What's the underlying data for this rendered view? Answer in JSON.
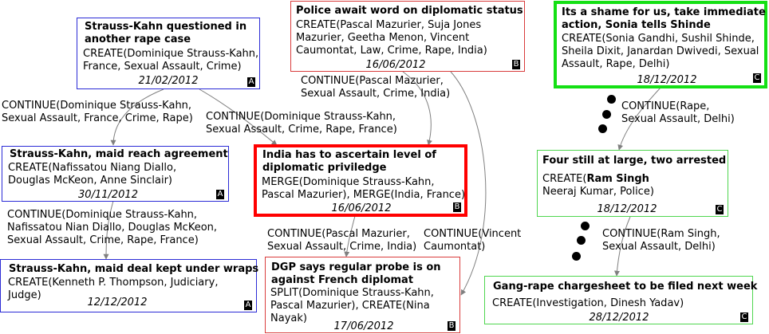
{
  "colors": {
    "story_A": "#2b2bd6",
    "story_B": "#d93c3c",
    "story_C": "#4fd64f",
    "highlight_B": "#ff0000",
    "highlight_C": "#14e014",
    "edge": "#808080"
  },
  "nodes": {
    "n1": {
      "title": "Strauss-Kahn questioned in another rape case",
      "body": "CREATE(Dominique Strauss-Kahn, France, Sexual Assault, Crime)",
      "date": "21/02/2012",
      "tag": "A"
    },
    "n2": {
      "title": "Strauss-Kahn, maid reach agreement",
      "body": "CREATE(Nafissatou Niang Diallo, Douglas McKeon, Anne Sinclair)",
      "date": "30/11/2012",
      "tag": "A"
    },
    "n3": {
      "title": "Strauss-Kahn, maid deal kept under wraps",
      "body": "CREATE(Kenneth P. Thompson, Judiciary, Judge)",
      "date": "12/12/2012",
      "tag": "A"
    },
    "n4": {
      "title": "Police await word on diplomatic status",
      "body": "CREATE(Pascal Mazurier, Suja Jones Mazurier, Geetha Menon, Vincent Caumontat, Law, Crime, Rape, India)",
      "date": "16/06/2012",
      "tag": "B"
    },
    "n5": {
      "title": "India has to ascertain level of diplomatic priviledge",
      "body": "MERGE(Dominique Strauss-Kahn, Pascal Mazurier), MERGE(India, France)",
      "date": "16/06/2012",
      "tag": "B"
    },
    "n6": {
      "title": "DGP says regular probe is on against French diplomat",
      "body": "SPLIT(Dominique Strauss-Kahn, Pascal Mazurier), CREATE(Nina Nayak)",
      "date": "17/06/2012",
      "tag": "B"
    },
    "n7": {
      "title": "Its a shame for us, take immediate action, Sonia tells Shinde",
      "body": "CREATE(Sonia Gandhi, Sushil Shinde, Sheila Dixit, Janardan Dwivedi, Sexual Assault, Rape, Delhi)",
      "date": "18/12/2012",
      "tag": "C"
    },
    "n8": {
      "title": "Four still at large, two arrested",
      "body_prefix": "CREATE(",
      "body_bold": "Ram Singh",
      "body_rest": "Neeraj Kumar, Police)",
      "date": "18/12/2012",
      "tag": "C"
    },
    "n9": {
      "title": "Gang-rape chargesheet to be filed next week",
      "body": "CREATE(Investigation, Dinesh Yadav)",
      "date": "28/12/2012",
      "tag": "C"
    }
  },
  "edges": {
    "e1": "CONTINUE(Dominique Strauss-Kahn,\nSexual Assault, France, Crime, Rape)",
    "e2": "CONTINUE(Dominique Strauss-Kahn,\nSexual Assault, Crime, Rape, France)",
    "e3": "CONTINUE(Dominique Strauss-Kahn,\nNafissatou Nian Diallo, Douglas McKeon,\nSexual Assault, Crime, Rape, France)",
    "e4": "CONTINUE(Pascal Mazurier,\nSexual Assault, Crime, India)",
    "e5": "CONTINUE(Pascal Mazurier,\nSexual Assault, Crime, India)",
    "e6": "CONTINUE(Vincent\nCaumontat)",
    "e7": "CONTINUE(Rape,\nSexual Assault, Delhi)",
    "e8": "CONTINUE(Ram Singh,\nSexual Assault, Delhi)"
  }
}
